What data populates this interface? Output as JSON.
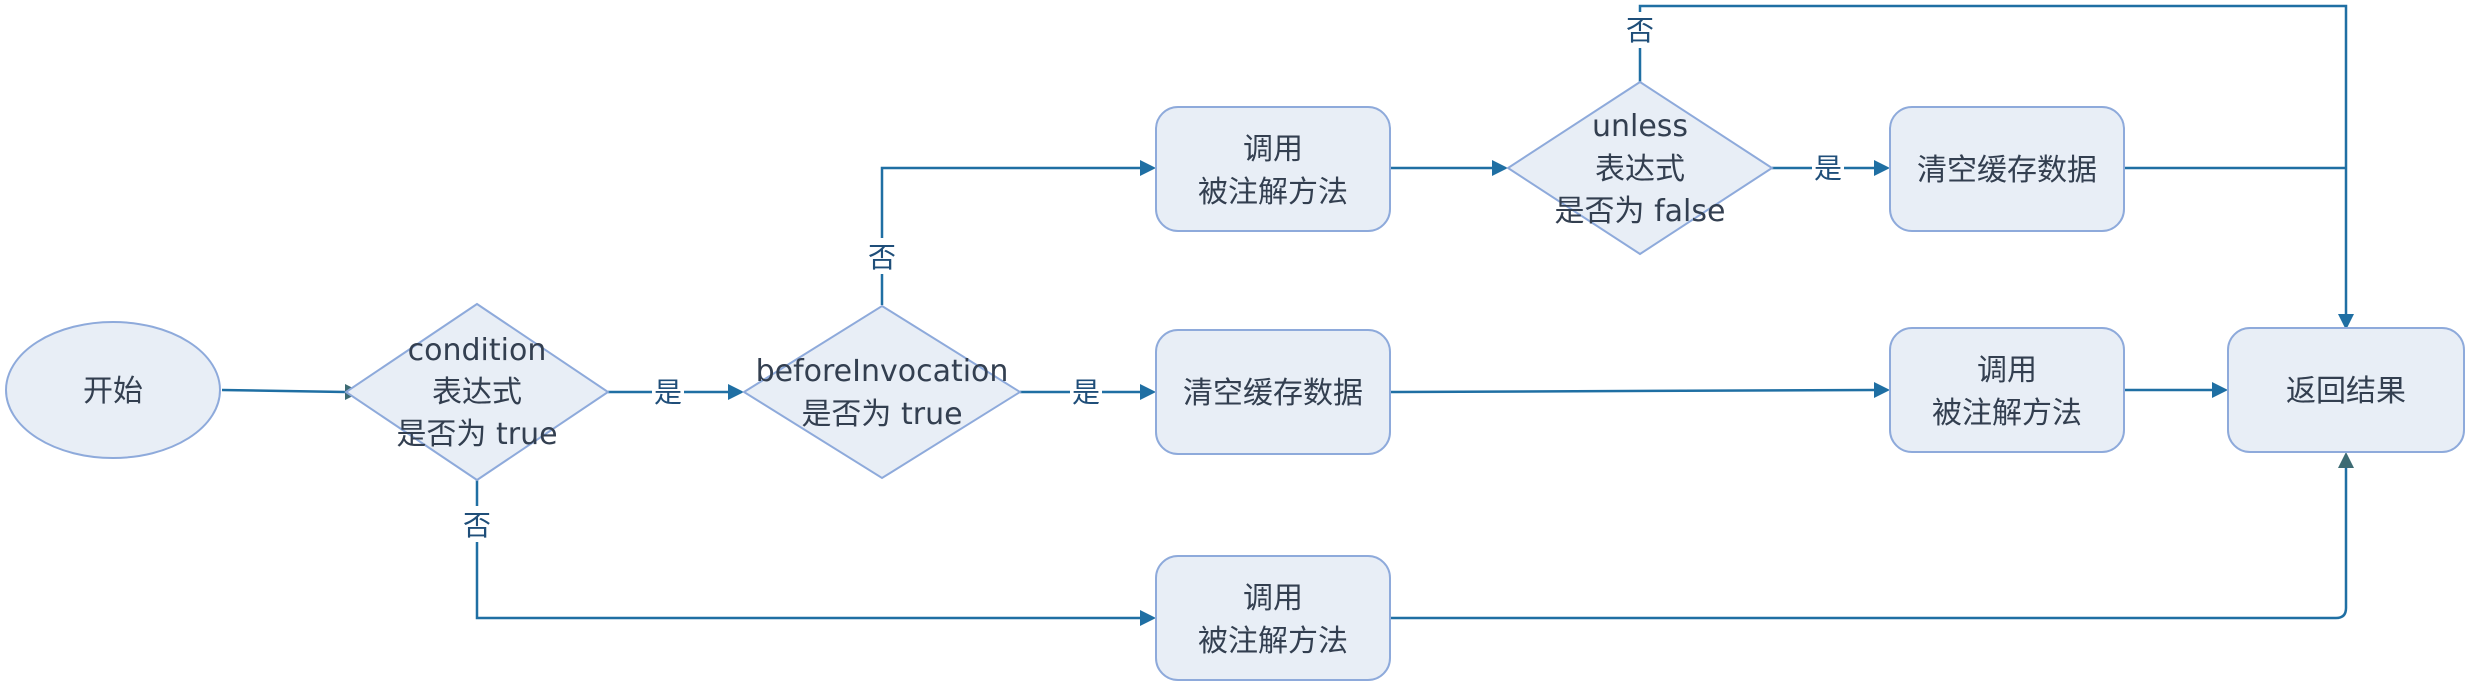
{
  "nodes": {
    "start": {
      "lines": [
        "开始"
      ]
    },
    "condition": {
      "lines": [
        "condition",
        "表达式",
        "是否为 true"
      ]
    },
    "before_invocation": {
      "lines": [
        "beforeInvocation",
        "是否为 true"
      ]
    },
    "call_method_top": {
      "lines": [
        "调用",
        "被注解方法"
      ]
    },
    "unless": {
      "lines": [
        "unless",
        "表达式",
        "是否为 false"
      ]
    },
    "clear_cache_top": {
      "lines": [
        "清空缓存数据"
      ]
    },
    "clear_cache_mid": {
      "lines": [
        "清空缓存数据"
      ]
    },
    "call_method_mid": {
      "lines": [
        "调用",
        "被注解方法"
      ]
    },
    "return_result": {
      "lines": [
        "返回结果"
      ]
    },
    "call_method_bottom": {
      "lines": [
        "调用",
        "被注解方法"
      ]
    }
  },
  "edge_labels": {
    "condition_yes": "是",
    "condition_no": "否",
    "before_yes": "是",
    "before_no": "否",
    "unless_yes": "是",
    "unless_no": "否"
  },
  "colors": {
    "node_fill": "#e8eef6",
    "node_stroke": "#8eaadb",
    "edge": "#1f6fa3",
    "text": "#333f50"
  }
}
